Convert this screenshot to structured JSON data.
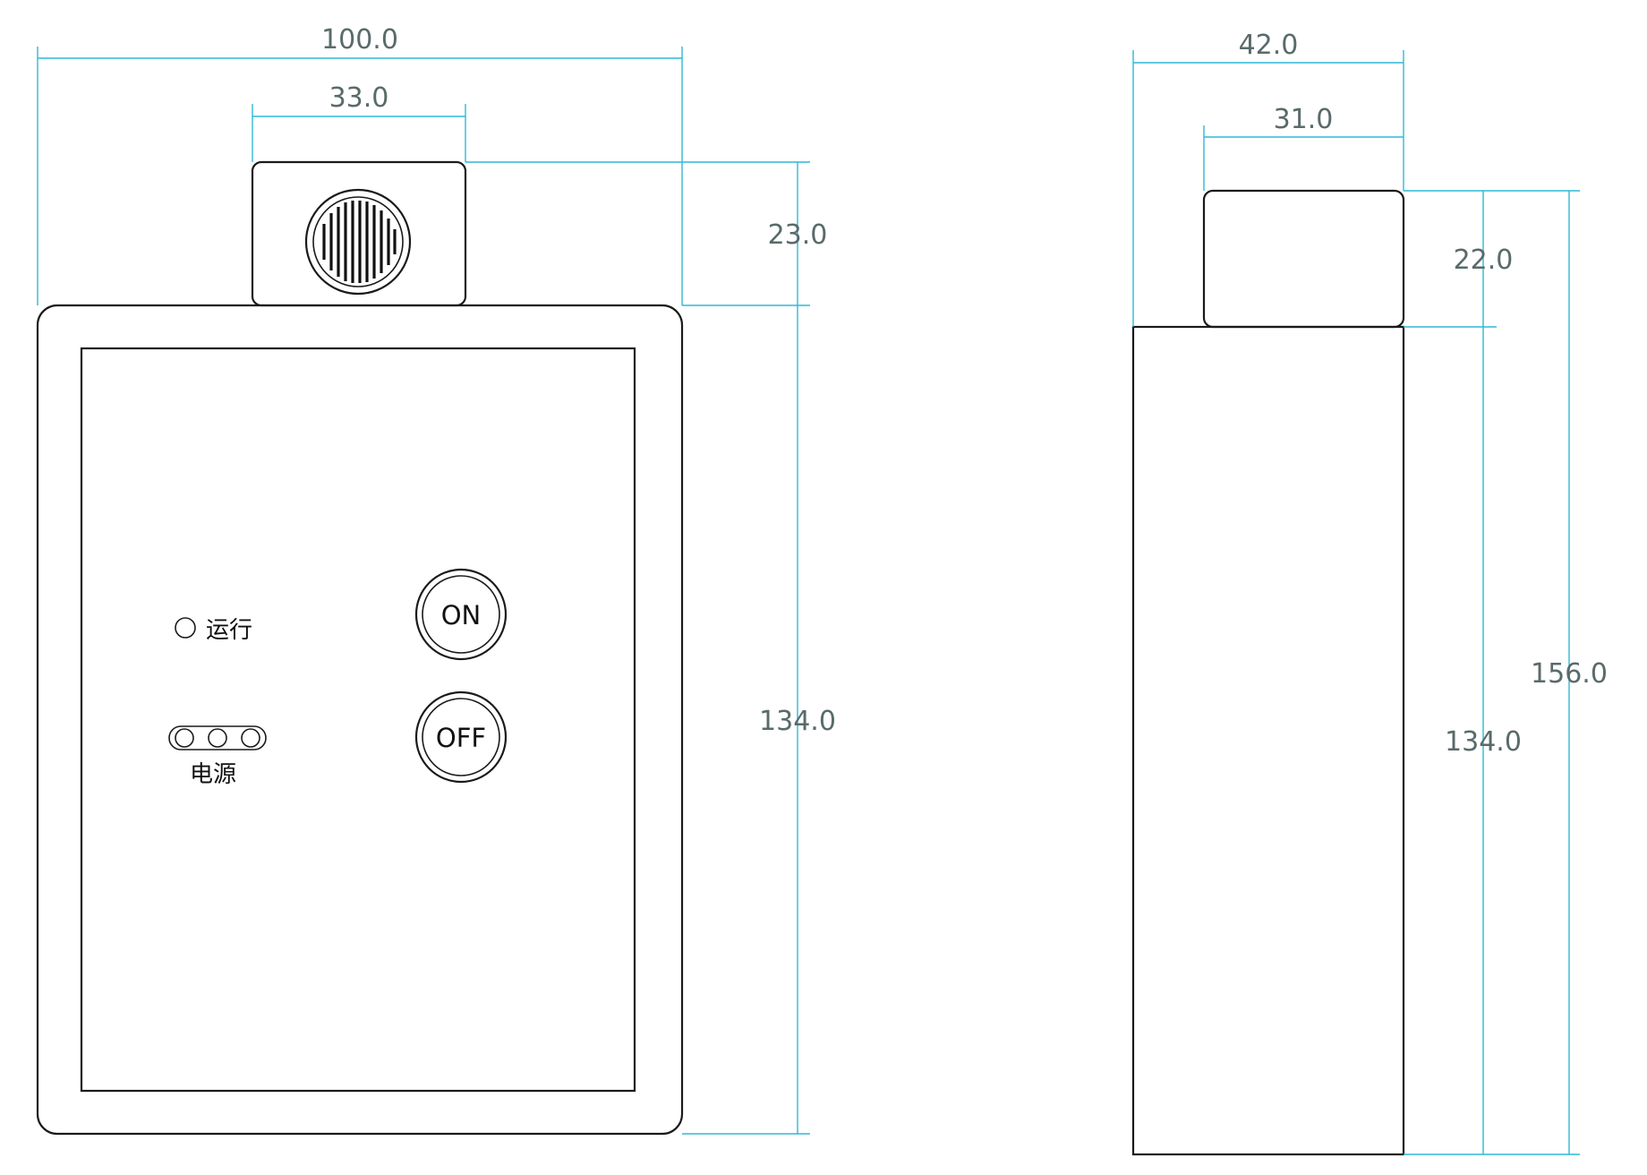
{
  "front_view": {
    "width_dim": "100.0",
    "cap_width_dim": "33.0",
    "cap_height_dim": "23.0",
    "body_height_dim": "134.0",
    "buttons": {
      "on_label": "ON",
      "off_label": "OFF"
    },
    "run_indicator_label": "运行",
    "power_indicator_label": "电源"
  },
  "side_view": {
    "width_dim": "42.0",
    "cap_width_dim": "31.0",
    "cap_height_dim": "22.0",
    "total_height_dim": "156.0",
    "body_height_dim": "134.0"
  },
  "colors": {
    "outline": "#1a1a1a",
    "dimension": "#2fb8d6"
  }
}
